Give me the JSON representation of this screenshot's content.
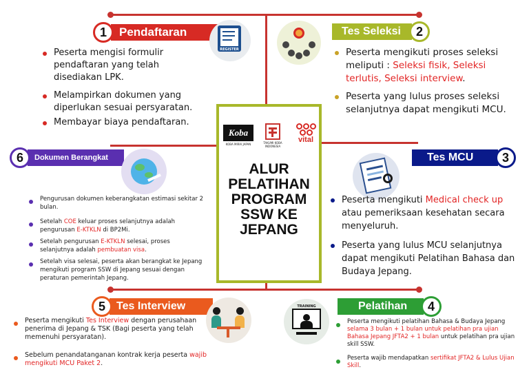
{
  "center": {
    "title_lines": [
      "ALUR",
      "PELATIHAN",
      "PROGRAM",
      "SSW KE",
      "JEPANG"
    ],
    "logo1_text": "Koba",
    "logo1_caption": "KOBA MIRAI JAPAN",
    "logo2_text": "TAKUMI KOBA",
    "logo2_caption": "TAKUMI KOBA INDONESIA",
    "logo3_text": "vital"
  },
  "step1": {
    "number": "1",
    "title": "Pendaftaran",
    "icon_label": "REGISTER",
    "bullets": [
      "Peserta mengisi formulir pendaftaran yang telah disediakan LPK.",
      "Melampirkan dokumen yang diperlukan sesuai persyaratan.",
      "Membayar biaya pendaftaran."
    ]
  },
  "step2": {
    "number": "2",
    "title": "Tes Seleksi",
    "b1_prefix": "Peserta mengikuti proses seleksi meliputi : ",
    "b1_highlight": "Seleksi fisik, Seleksi terlutis, Seleksi interview",
    "b1_suffix": ".",
    "b2": "Peserta yang lulus proses seleksi selanjutnya dapat mengikuti MCU."
  },
  "step3": {
    "number": "3",
    "title": "Tes MCU",
    "b1_prefix": "Peserta mengikuti ",
    "b1_highlight": "Medical check up",
    "b1_suffix": " atau pemeriksaan kesehatan secara menyeluruh.",
    "b2": "Peserta yang lulus MCU selanjutnya dapat mengikuti Pelatihan Bahasa dan Budaya Jepang."
  },
  "step4": {
    "number": "4",
    "title": "Pelatihan",
    "icon_label": "TRAINING",
    "b1_prefix": "Peserta mengikuti pelatihan Bahasa & Budaya Jepang ",
    "b1_highlight": "selama 3 bulan + 1 bulan untuk pelatihan pra ujian Bahasa Jepang JFTA2 + 1 bulan",
    "b1_suffix": " untuk pelatihan pra ujian skill SSW.",
    "b2_prefix": "Peserta wajib mendapatkan ",
    "b2_highlight": "sertifikat JFTA2 & Lulus Ujian Skill",
    "b2_suffix": "."
  },
  "step5": {
    "number": "5",
    "title": "Tes Interview",
    "b1_prefix": "Peserta mengikuti ",
    "b1_highlight": "Tes Interview",
    "b1_suffix": " dengan perusahaan penerima di Jepang & TSK (Bagi peserta yang telah memenuhi persyaratan).",
    "b2_prefix": "Sebelum penandatanganan kontrak kerja peserta ",
    "b2_highlight": "wajib mengikuti MCU Paket 2",
    "b2_suffix": "."
  },
  "step6": {
    "number": "6",
    "title": "Dokumen Berangkat",
    "b1": "Pengurusan dokumen keberangkatan estimasi sekitar 2 bulan.",
    "b2_prefix": "Setelah ",
    "b2_h1": "COE",
    "b2_mid": " keluar proses selanjutnya adalah pengurusan ",
    "b2_h2": "E-KTKLN",
    "b2_suffix": " di BP2Mi.",
    "b3_prefix": "Setelah pengurusan ",
    "b3_h1": "E-KTKLN",
    "b3_mid": " selesai, proses selanjutnya adalah ",
    "b3_h2": "pembuatan visa",
    "b3_suffix": ".",
    "b4": "Setelah visa selesai, peserta akan berangkat ke Jepang mengikuti program SSW di Jepang sesuai dengan peraturan pemerintah Jepang."
  },
  "colors": {
    "step1": "#d72a24",
    "step2": "#a8b82a",
    "step3": "#0a1a8a",
    "step4": "#2d9e35",
    "step5": "#ea5a1e",
    "step6": "#5a2fb0",
    "line": "#c7332f"
  }
}
